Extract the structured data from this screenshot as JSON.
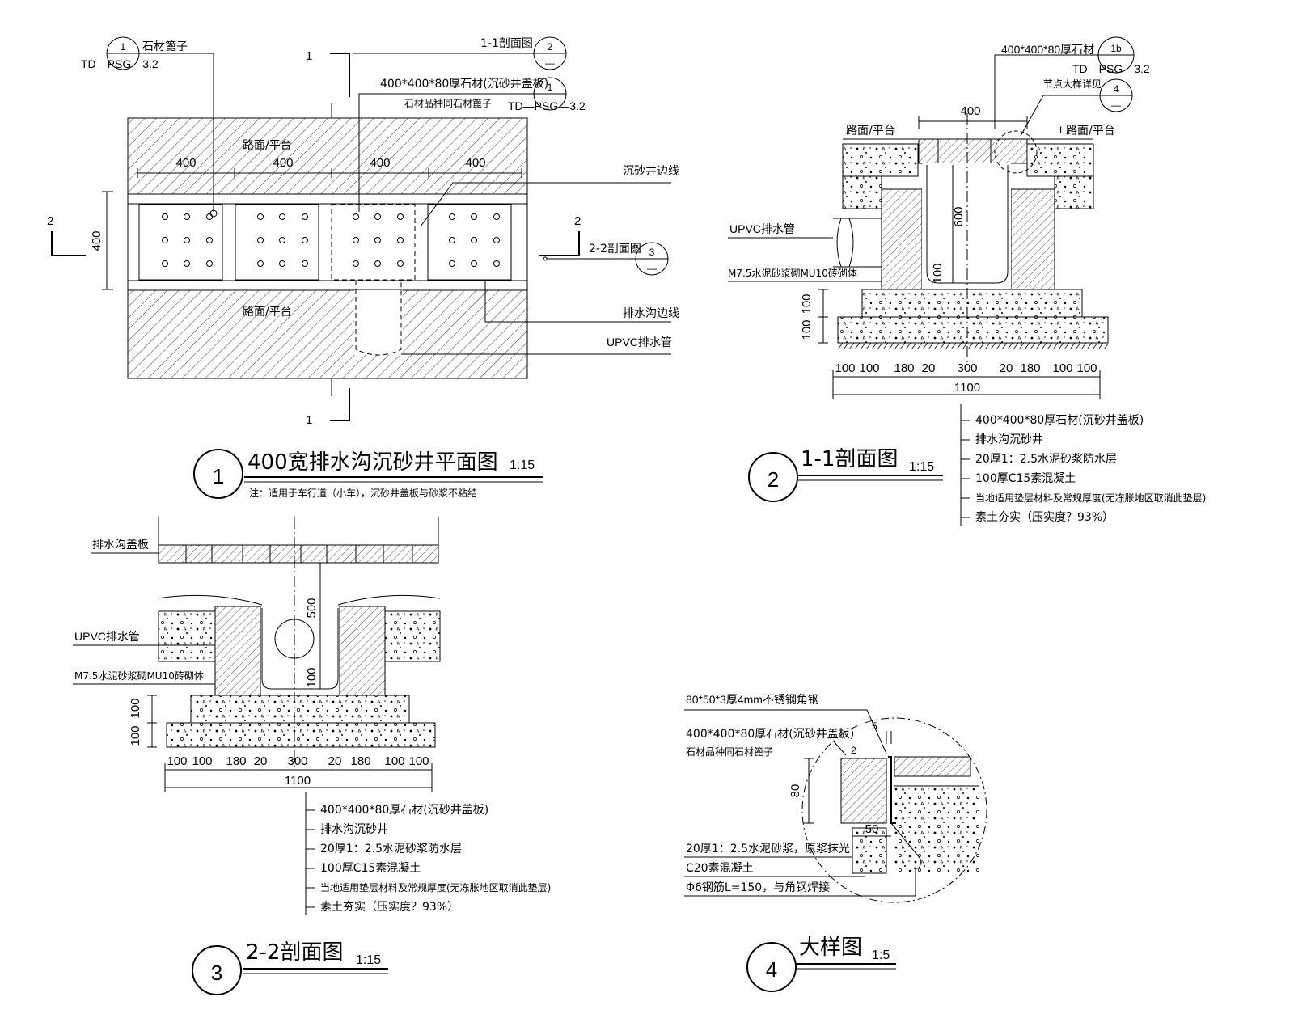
{
  "plan": {
    "section_mark_1": "1",
    "section_mark_2": "2",
    "callout_stone_cage": {
      "label": "石材篦子",
      "num": "1",
      "ref": "TD—PSG—3.2"
    },
    "callout_section11": {
      "label": "1-1剖面图",
      "num": "2",
      "sub": "—"
    },
    "callout_cover": {
      "label": "400*400*80厚石材(沉砂井盖板)",
      "label2": "石材品种同石材篦子",
      "num": "1",
      "ref": "TD—PSG—3.2"
    },
    "callout_section22": {
      "label": "2-2剖面图",
      "num": "3",
      "sub": "—"
    },
    "road_top": "路面/平台",
    "road_bottom": "路面/平台",
    "dims": [
      "400",
      "400",
      "400",
      "400"
    ],
    "dim_width": "400",
    "edge_pit": "沉砂井边线",
    "edge_drain": "排水沟边线",
    "upvc": "UPVC排水管",
    "title_num": "1",
    "title": "400宽排水沟沉砂井平面图",
    "scale": "1:15",
    "note": "注：适用于车行道（小车），沉砂井盖板与砂浆不粘结"
  },
  "sec11": {
    "callout_top": {
      "label": "400*400*80厚石材",
      "num": "1b",
      "ref": "TD—PSG—3.2"
    },
    "callout_detail": {
      "label": "节点大样详见",
      "num": "4",
      "sub": "—"
    },
    "dim_400": "400",
    "road_left": "路面/平台",
    "road_right": "路面/平台",
    "slope": "i",
    "upvc": "UPVC排水管",
    "masonry": "M7.5水泥砂浆砌MU10砖砌体",
    "dim_600": "600",
    "dim_100": "100",
    "dim_v1": "100",
    "dim_v2": "100",
    "dims_bottom": [
      "100",
      "100",
      "180",
      "20",
      "300",
      "20",
      "180",
      "100",
      "100"
    ],
    "dim_total": "1100",
    "legend": [
      "400*400*80厚石材(沉砂井盖板)",
      "排水沟沉砂井",
      "20厚1：2.5水泥砂浆防水层",
      "100厚C15素混凝土",
      "当地适用垫层材料及常规厚度(无冻胀地区取消此垫层)",
      "素土夯实（压实度？93%）"
    ],
    "title_num": "2",
    "title": "1-1剖面图",
    "scale": "1:15"
  },
  "sec22": {
    "cover": "排水沟盖板",
    "upvc": "UPVC排水管",
    "masonry": "M7.5水泥砂浆砌MU10砖砌体",
    "dim_500": "500",
    "dim_100": "100",
    "dim_v1": "100",
    "dim_v2": "100",
    "dims_bottom": [
      "100",
      "100",
      "180",
      "20",
      "300",
      "20",
      "180",
      "100",
      "100"
    ],
    "dim_total": "1100",
    "legend": [
      "400*400*80厚石材(沉砂井盖板)",
      "排水沟沉砂井",
      "20厚1：2.5水泥砂浆防水层",
      "100厚C15素混凝土",
      "当地适用垫层材料及常规厚度(无冻胀地区取消此垫层)",
      "素土夯实（压实度？93%）"
    ],
    "title_num": "3",
    "title": "2-2剖面图",
    "scale": "1:15"
  },
  "detail": {
    "angle": "80*50*3厚4mm不锈钢角钢",
    "dim_5": "5",
    "cover": "400*400*80厚石材(沉砂井盖板)",
    "cover2": "石材品种同石材篦子",
    "dim_2": "2",
    "dim_80": "80",
    "dim_50": "50",
    "mortar": "20厚1：2.5水泥砂浆，原浆抹光",
    "concrete": "C20素混凝土",
    "rebar": "Φ6钢筋L=150，与角钢焊接",
    "title_num": "4",
    "title": "大样图",
    "scale": "1:5"
  }
}
